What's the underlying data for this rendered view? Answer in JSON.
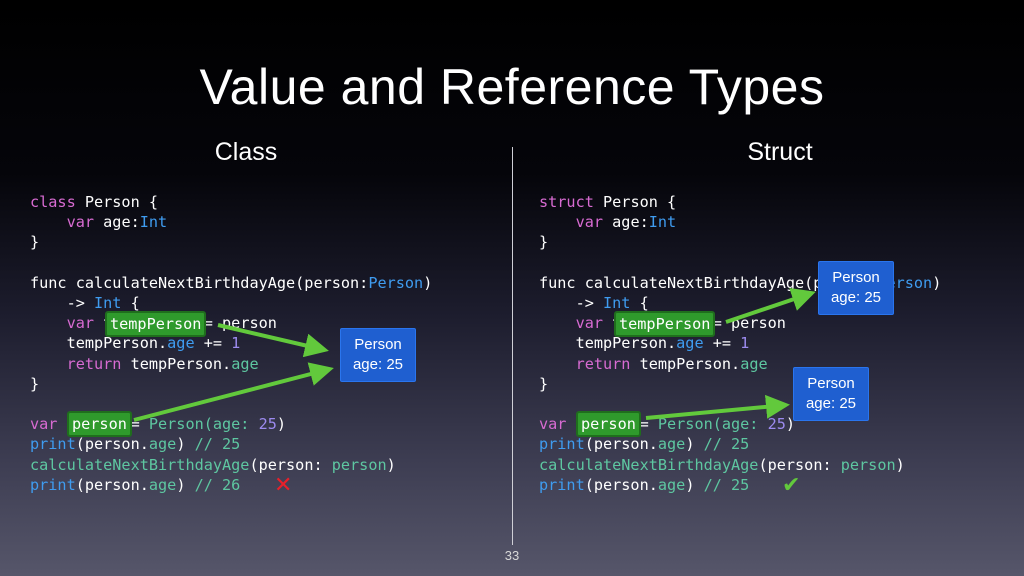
{
  "slide": {
    "title": "Value and Reference Types",
    "page_number": "33"
  },
  "class_side": {
    "heading": "Class",
    "code": {
      "l1_kw": "class",
      "l1_rest": " Person {",
      "l2_indent": "    ",
      "l2_kw": "var",
      "l2_mid": " age:",
      "l2_type": "Int",
      "l3": "}",
      "l5_a": "func calculateNextBirthdayAge(person:",
      "l5_type": "Person",
      "l5_b": ")",
      "l6_a": "    -> ",
      "l6_type": "Int",
      "l6_b": " {",
      "l7_indent": "    ",
      "l7_kw": "var",
      "l7_rest": " tempPerson = person",
      "l8_a": "    tempPerson.",
      "l8_prop": "age",
      "l8_b": " += ",
      "l8_num": "1",
      "l9_indent": "    ",
      "l9_kw": "return",
      "l9_a": " tempPerson.",
      "l9_prop": "age",
      "l10": "}",
      "l12_kw": "var",
      "l12_a": " person = ",
      "l12_fn": "Person(age:",
      "l12_b": " ",
      "l12_num": "25",
      "l12_c": ")",
      "l13_fn": "print",
      "l13_a": "(person.",
      "l13_prop": "age",
      "l13_b": ") ",
      "l13_cm": "// 25",
      "l14_fn": "calculateNextBirthdayAge",
      "l14_a": "(person: ",
      "l14_arg": "person",
      "l14_b": ")",
      "l15_fn": "print",
      "l15_a": "(person.",
      "l15_prop": "age",
      "l15_b": ") ",
      "l15_cm": "// 26"
    },
    "highlights": {
      "temp": "tempPerson",
      "person": "person"
    },
    "box": {
      "line1": "Person",
      "line2": "age: 25"
    },
    "result_mark": "✕"
  },
  "struct_side": {
    "heading": "Struct",
    "code": {
      "l1_kw": "struct",
      "l1_rest": " Person {",
      "l2_indent": "    ",
      "l2_kw": "var",
      "l2_mid": " age:",
      "l2_type": "Int",
      "l3": "}",
      "l5_a": "func calculateNextBirthdayAge(person:",
      "l5_type": "Person",
      "l5_b": ")",
      "l6_a": "    -> ",
      "l6_type": "Int",
      "l6_b": " {",
      "l7_indent": "    ",
      "l7_kw": "var",
      "l7_rest": " tempPerson = person",
      "l8_a": "    tempPerson.",
      "l8_prop": "age",
      "l8_b": " += ",
      "l8_num": "1",
      "l9_indent": "    ",
      "l9_kw": "return",
      "l9_a": " tempPerson.",
      "l9_prop": "age",
      "l10": "}",
      "l12_kw": "var",
      "l12_a": " person = ",
      "l12_fn": "Person(age:",
      "l12_b": " ",
      "l12_num": "25",
      "l12_c": ")",
      "l13_fn": "print",
      "l13_a": "(person.",
      "l13_prop": "age",
      "l13_b": ") ",
      "l13_cm": "// 25",
      "l14_fn": "calculateNextBirthdayAge",
      "l14_a": "(person: ",
      "l14_arg": "person",
      "l14_b": ")",
      "l15_fn": "print",
      "l15_a": "(person.",
      "l15_prop": "age",
      "l15_b": ") ",
      "l15_cm": "// 25"
    },
    "highlights": {
      "temp": "tempPerson",
      "person": "person"
    },
    "box_top": {
      "line1": "Person",
      "line2": "age: 25"
    },
    "box_bottom": {
      "line1": "Person",
      "line2": "age: 25"
    },
    "result_mark": "✔"
  },
  "colors": {
    "keyword": "#d86bd2",
    "type": "#3f9cf0",
    "number": "#9d8bf0",
    "comment": "#5ec7a1",
    "highlight": "#2f9a2c",
    "box": "#1f5fd0",
    "arrow": "#62c93c",
    "cross": "#e8202a"
  }
}
